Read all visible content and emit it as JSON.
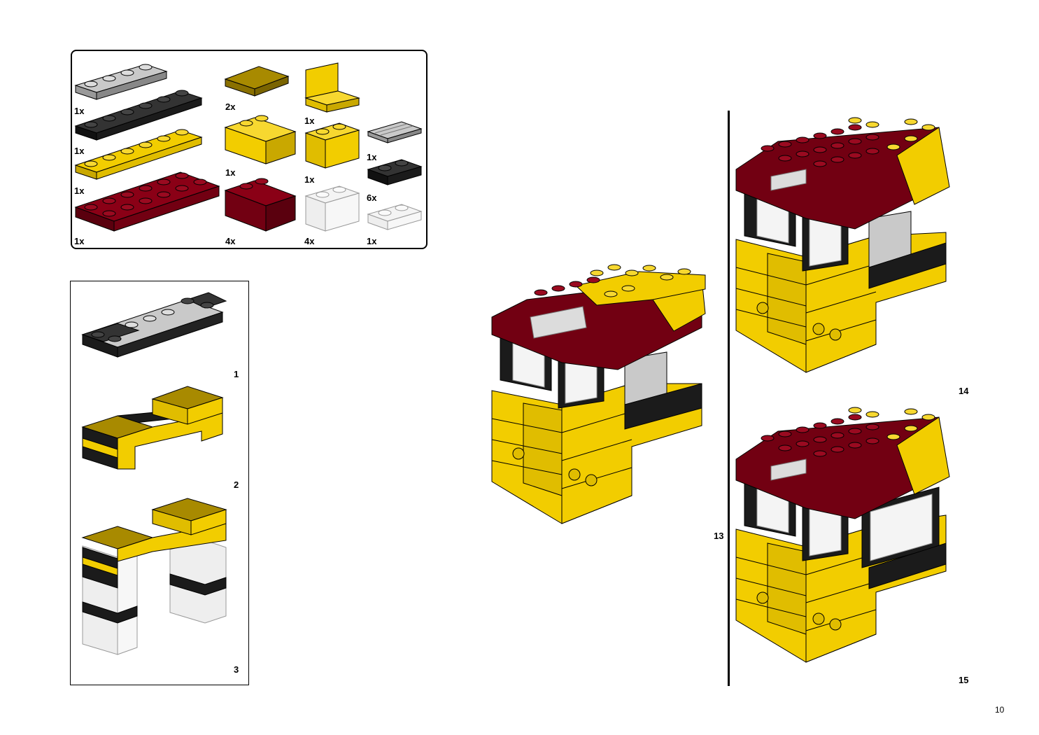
{
  "parts_list": {
    "items": [
      {
        "qty": "1x",
        "part": "light-gray-plate-1x4"
      },
      {
        "qty": "1x",
        "part": "black-plate-1x6"
      },
      {
        "qty": "1x",
        "part": "yellow-plate-1x6"
      },
      {
        "qty": "1x",
        "part": "dark-red-plate-2x6"
      },
      {
        "qty": "2x",
        "part": "dark-yellow-tile-2x2"
      },
      {
        "qty": "1x",
        "part": "yellow-slope-2x2"
      },
      {
        "qty": "4x",
        "part": "dark-red-slope-2x2"
      },
      {
        "qty": "1x",
        "part": "yellow-bracket"
      },
      {
        "qty": "1x",
        "part": "yellow-brick-1x2"
      },
      {
        "qty": "4x",
        "part": "trans-clear-brick-1x2"
      },
      {
        "qty": "1x",
        "part": "light-gray-grille-tile"
      },
      {
        "qty": "6x",
        "part": "black-plate-1x2"
      },
      {
        "qty": "1x",
        "part": "trans-clear-plate-1x2"
      }
    ]
  },
  "substeps": [
    {
      "number": "1"
    },
    {
      "number": "2"
    },
    {
      "number": "3"
    }
  ],
  "main_steps": [
    {
      "number": "13"
    },
    {
      "number": "14"
    },
    {
      "number": "15"
    }
  ],
  "page_number": "10",
  "colors": {
    "yellow": "#f2cd00",
    "dark_yellow": "#a88a00",
    "dark_red": "#720012",
    "black": "#1b1b1b",
    "light_gray": "#b0b0b0",
    "trans_clear": "#eeeeee"
  }
}
